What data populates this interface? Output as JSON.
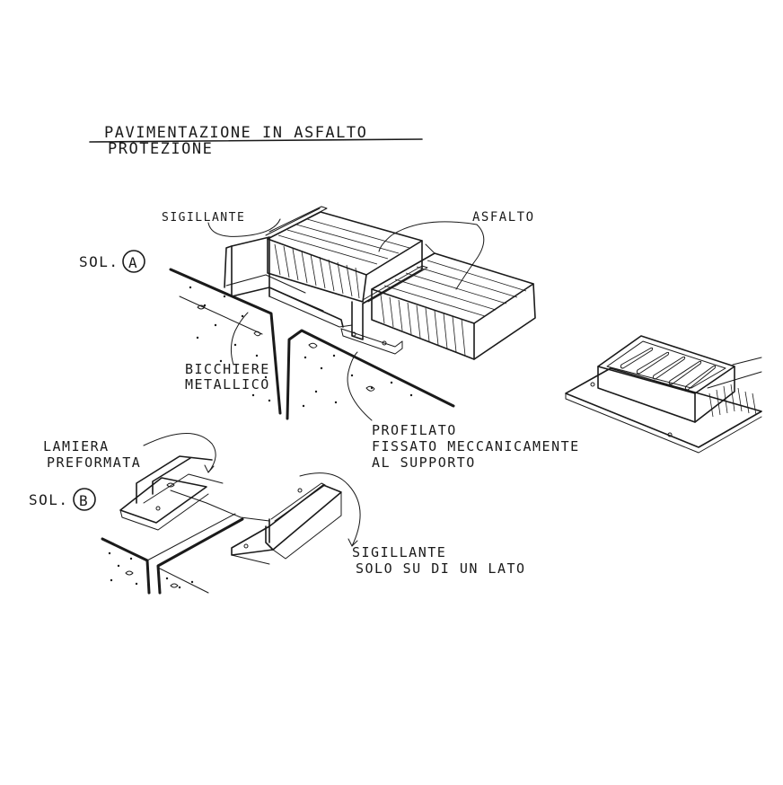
{
  "title": {
    "line1": "PAVIMENTAZIONE  IN  ASFALTO",
    "line2": "PROTEZIONE"
  },
  "labels": {
    "sigillante_a": "SIGILLANTE",
    "asfalto": "ASFALTO",
    "sol_a_prefix": "SOL.",
    "sol_a_letter": "A",
    "bicchiere_1": "BICCHIERE",
    "bicchiere_2": "METALLICO",
    "profilato_1": "PROFILATO",
    "profilato_2": "FISSATO  MECCANICAMENTE",
    "profilato_3": "AL  SUPPORTO",
    "lamiera_1": "LAMIERA",
    "lamiera_2": "PREFORMATA",
    "sol_b_prefix": "SOL.",
    "sol_b_letter": "B",
    "sigillante_b_1": "SIGILLANTE",
    "sigillante_b_2": "SOLO  SU  DI UN  LATO"
  }
}
